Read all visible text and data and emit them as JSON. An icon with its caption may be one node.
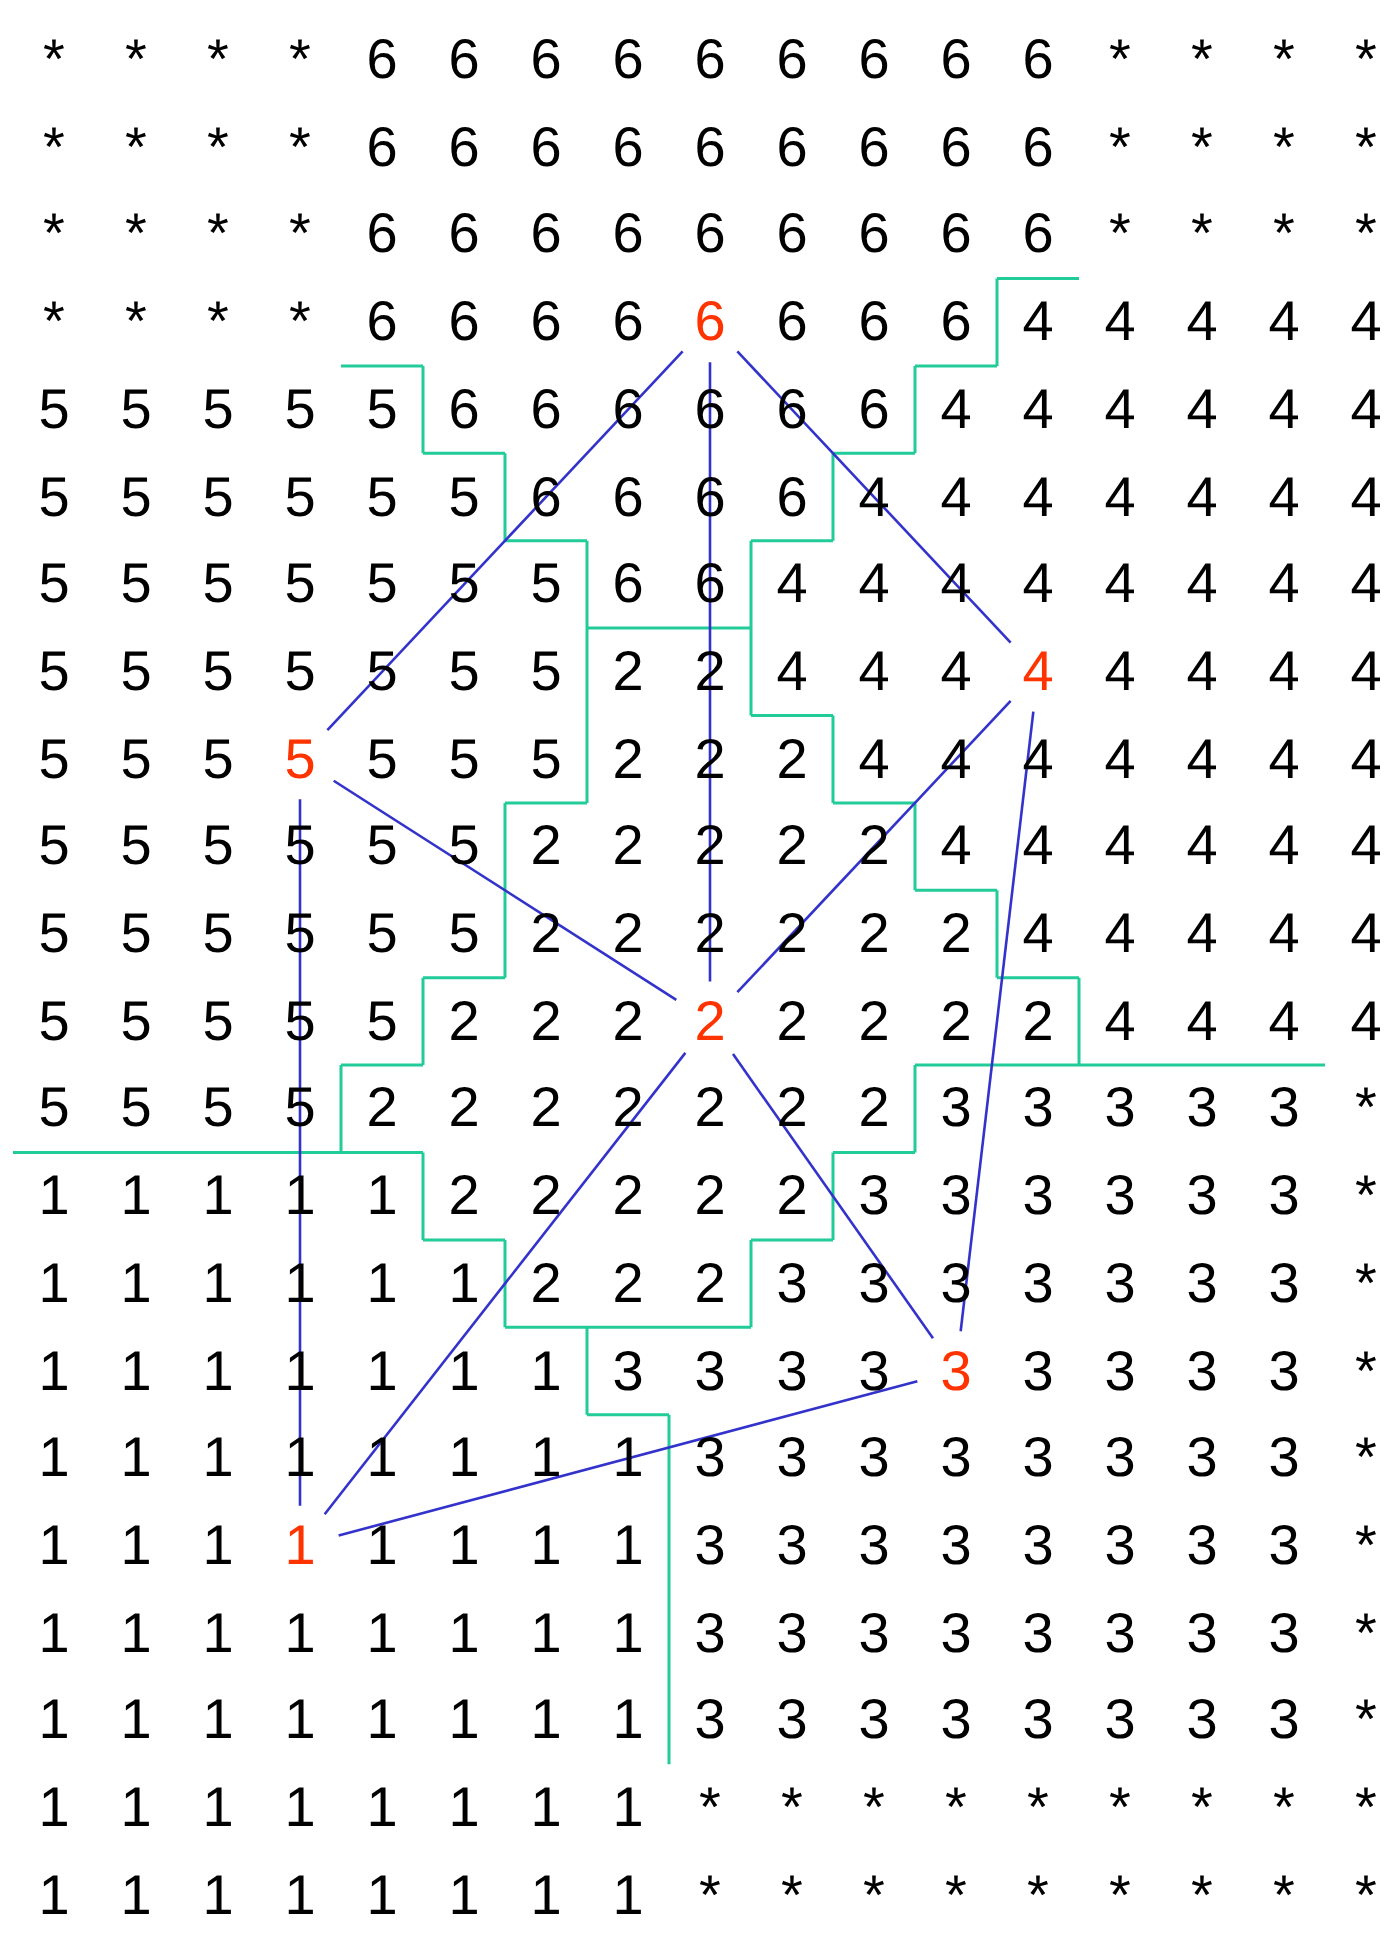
{
  "diagram": {
    "nodes": [
      {
        "text": [
          "6"
        ]
      },
      {
        "text": [
          "4"
        ]
      },
      {
        "text": [
          "5"
        ]
      },
      {
        "text": [
          "2"
        ]
      },
      {
        "text": [
          "3"
        ]
      },
      {
        "text": [
          "1"
        ]
      }
    ],
    "edges": [
      {
        "from": 0,
        "to": 2,
        "arrow": "none"
      },
      {
        "from": 0,
        "to": 3,
        "arrow": "none"
      },
      {
        "from": 0,
        "to": 1,
        "arrow": "none"
      },
      {
        "from": 2,
        "to": 3,
        "arrow": "none"
      },
      {
        "from": 1,
        "to": 3,
        "arrow": "none"
      },
      {
        "from": 1,
        "to": 4,
        "arrow": "none"
      },
      {
        "from": 3,
        "to": 4,
        "arrow": "none"
      },
      {
        "from": 3,
        "to": 5,
        "arrow": "none"
      },
      {
        "from": 2,
        "to": 5,
        "arrow": "none"
      },
      {
        "from": 5,
        "to": 4,
        "arrow": "none"
      }
    ],
    "labels": [
      "*",
      "*",
      "*",
      "*",
      "6",
      "6",
      "6",
      "6",
      "6",
      "6",
      "6",
      "6",
      "6",
      "*",
      "*",
      "*",
      "*",
      "*",
      "*",
      "*",
      "*",
      "6",
      "6",
      "6",
      "6",
      "6",
      "6",
      "6",
      "6",
      "6",
      "*",
      "*",
      "*",
      "*",
      "*",
      "*",
      "*",
      "*",
      "6",
      "6",
      "6",
      "6",
      "6",
      "6",
      "6",
      "6",
      "6",
      "*",
      "*",
      "*",
      "*",
      "*",
      "*",
      "*",
      "*",
      "6",
      "6",
      "6",
      "6",
      "6",
      "6",
      "6",
      "4",
      "4",
      "4",
      "4",
      "4",
      "5",
      "5",
      "5",
      "5",
      "5",
      "6",
      "6",
      "6",
      "6",
      "6",
      "6",
      "4",
      "4",
      "4",
      "4",
      "4",
      "4",
      "5",
      "5",
      "5",
      "5",
      "5",
      "5",
      "6",
      "6",
      "6",
      "6",
      "4",
      "4",
      "4",
      "4",
      "4",
      "4",
      "4",
      "5",
      "5",
      "5",
      "5",
      "5",
      "5",
      "5",
      "6",
      "6",
      "4",
      "4",
      "4",
      "4",
      "4",
      "4",
      "4",
      "4",
      "5",
      "5",
      "5",
      "5",
      "5",
      "5",
      "5",
      "2",
      "2",
      "4",
      "4",
      "4",
      "4",
      "4",
      "4",
      "4",
      "5",
      "5",
      "5",
      "5",
      "5",
      "5",
      "2",
      "2",
      "2",
      "4",
      "4",
      "4",
      "4",
      "4",
      "4",
      "4",
      "5",
      "5",
      "5",
      "5",
      "5",
      "5",
      "2",
      "2",
      "2",
      "2",
      "2",
      "4",
      "4",
      "4",
      "4",
      "4",
      "4",
      "5",
      "5",
      "5",
      "5",
      "5",
      "5",
      "2",
      "2",
      "2",
      "2",
      "2",
      "2",
      "4",
      "4",
      "4",
      "4",
      "4",
      "5",
      "5",
      "5",
      "5",
      "5",
      "2",
      "2",
      "2",
      "2",
      "2",
      "2",
      "2",
      "4",
      "4",
      "4",
      "4",
      "5",
      "5",
      "5",
      "5",
      "2",
      "2",
      "2",
      "2",
      "2",
      "2",
      "2",
      "3",
      "3",
      "3",
      "3",
      "3",
      "*",
      "1",
      "1",
      "1",
      "1",
      "1",
      "2",
      "2",
      "2",
      "2",
      "2",
      "3",
      "3",
      "3",
      "3",
      "3",
      "3",
      "*",
      "1",
      "1",
      "1",
      "1",
      "1",
      "1",
      "2",
      "2",
      "2",
      "3",
      "3",
      "3",
      "3",
      "3",
      "3",
      "3",
      "*",
      "1",
      "1",
      "1",
      "1",
      "1",
      "1",
      "1",
      "3",
      "3",
      "3",
      "3",
      "3",
      "3",
      "3",
      "3",
      "*",
      "1",
      "1",
      "1",
      "1",
      "1",
      "1",
      "1",
      "1",
      "3",
      "3",
      "3",
      "3",
      "3",
      "3",
      "3",
      "3",
      "*",
      "1",
      "1",
      "1",
      "1",
      "1",
      "1",
      "1",
      "3",
      "3",
      "3",
      "3",
      "3",
      "3",
      "3",
      "3",
      "*",
      "1",
      "1",
      "1",
      "1",
      "1",
      "1",
      "1",
      "1",
      "3",
      "3",
      "3",
      "3",
      "3",
      "3",
      "3",
      "3",
      "*",
      "1",
      "1",
      "1",
      "1",
      "1",
      "1",
      "1",
      "1",
      "3",
      "3",
      "3",
      "3",
      "3",
      "3",
      "3",
      "3",
      "*",
      "1",
      "1",
      "1",
      "1",
      "1",
      "1",
      "1",
      "1",
      "*",
      "*",
      "*",
      "*",
      "*",
      "*",
      "*",
      "*",
      "*",
      "1",
      "1",
      "1",
      "1",
      "1",
      "1",
      "1",
      "1",
      "*",
      "*",
      "*",
      "*",
      "*",
      "*",
      "*",
      "*",
      "*"
    ]
  }
}
